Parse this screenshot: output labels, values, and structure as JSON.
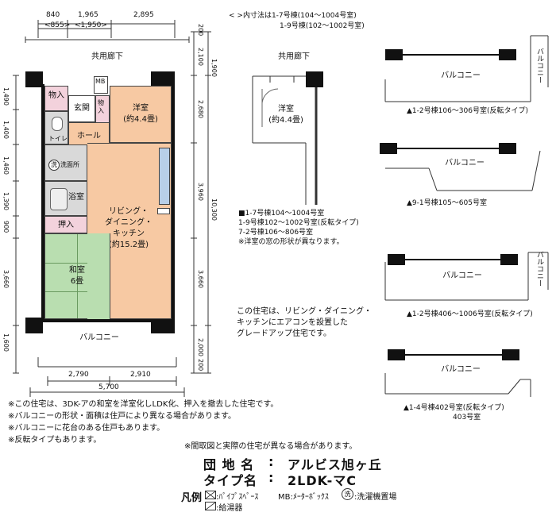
{
  "top_dims": {
    "row1": [
      "840",
      "1,965",
      "2,895"
    ],
    "row2": [
      "<855>",
      "<1,950>"
    ]
  },
  "bottom_dims": {
    "row1": [
      "2,790",
      "2,910"
    ],
    "total": "5,700"
  },
  "left_dims": [
    "1,490",
    "1,400",
    "1,460",
    "1,390",
    "900",
    "3,660",
    "1,600"
  ],
  "right_dims_a": [
    "2,100",
    "2,680",
    "3,960",
    "3,660",
    "2,000"
  ],
  "right_dims_b": [
    "1,900",
    "10,300"
  ],
  "edge_dims": [
    "200",
    "200"
  ],
  "main_plan": {
    "corridor": "共用廊下",
    "balcony": "バルコニー",
    "mb": "MB",
    "rooms": {
      "storage1": "物入",
      "entrance": "玄関",
      "storage2": "物入",
      "western_room": "洋室",
      "western_size": "(約4.4畳)",
      "hall": "ホール",
      "toilet": "トイレ",
      "washroom": "洗面所",
      "wash_symbol": "洗",
      "bath": "浴室",
      "closet": "押入",
      "japanese_room": "和室",
      "japanese_size": "6畳",
      "ldk_line1": "リビング・",
      "ldk_line2": "ダイニング・",
      "ldk_line3": "キッチン",
      "ldk_size": "(約15.2畳)"
    }
  },
  "inner_dims_note": {
    "line1": "< >内寸法は1-7号棟(104～1004号室)",
    "line2": "1-9号棟(102～1002号室)"
  },
  "variant_plan": {
    "corridor": "共用廊下",
    "room": "洋室",
    "size": "(約4.4畳)"
  },
  "variant_note": [
    "■1-7号棟104～1004号室",
    "1-9号棟102～1002号室(反転タイプ)",
    "7-2号棟106～806号室",
    "※洋室の窓の形状が異なります。"
  ],
  "aircon_note": [
    "この住宅は、リビング・ダイニング・",
    "キッチンにエアコンを設置した",
    "グレードアップ住宅です。"
  ],
  "balcony_variants": [
    {
      "label": "バルコニー",
      "side_label": "バルコニー",
      "caption": "▲1-2号棟106～306号室(反転タイプ)"
    },
    {
      "label": "バルコニー",
      "side_label": "",
      "caption": "▲9-1号棟105～605号室"
    },
    {
      "label": "バルコニー",
      "side_label": "バルコニー",
      "caption": "▲1-2号棟406～1006号室(反転タイプ)"
    },
    {
      "label": "バルコニー",
      "side_label": "",
      "caption": "▲1-4号棟402号室(反転タイプ)",
      "caption2": "403号室"
    }
  ],
  "notes": [
    "※この住宅は、3DK-アの和室を洋室化しLDK化、押入を撤去した住宅です。",
    "※バルコニーの形状・面積は住戸により異なる場合があります。",
    "※バルコニーに花台のある住戸もあります。",
    "※反転タイプもあります。"
  ],
  "disclaimer": "※間取図と実際の住宅が異なる場合があります。",
  "info": {
    "complex_label": "団 地 名",
    "colon": ":",
    "complex_value": "アルビス旭ヶ丘",
    "type_label": "タイプ名",
    "type_value": "2LDK-マC"
  },
  "legend": {
    "title": "凡例",
    "pipe": ":ﾊﾟｲﾌﾟｽﾍﾟｰｽ",
    "mb": "MB:ﾒｰﾀｰﾎﾞｯｸｽ",
    "wash": "洗",
    "wash_label": ":洗濯機置場",
    "heater": ":給湯器"
  },
  "colors": {
    "western": "#f7c9a3",
    "ldk": "#f7c9a3",
    "japanese": "#b9deb0",
    "wet": "#d9d9d9",
    "storage": "#f3d2dc",
    "kitchen": "#b8cfe8"
  }
}
